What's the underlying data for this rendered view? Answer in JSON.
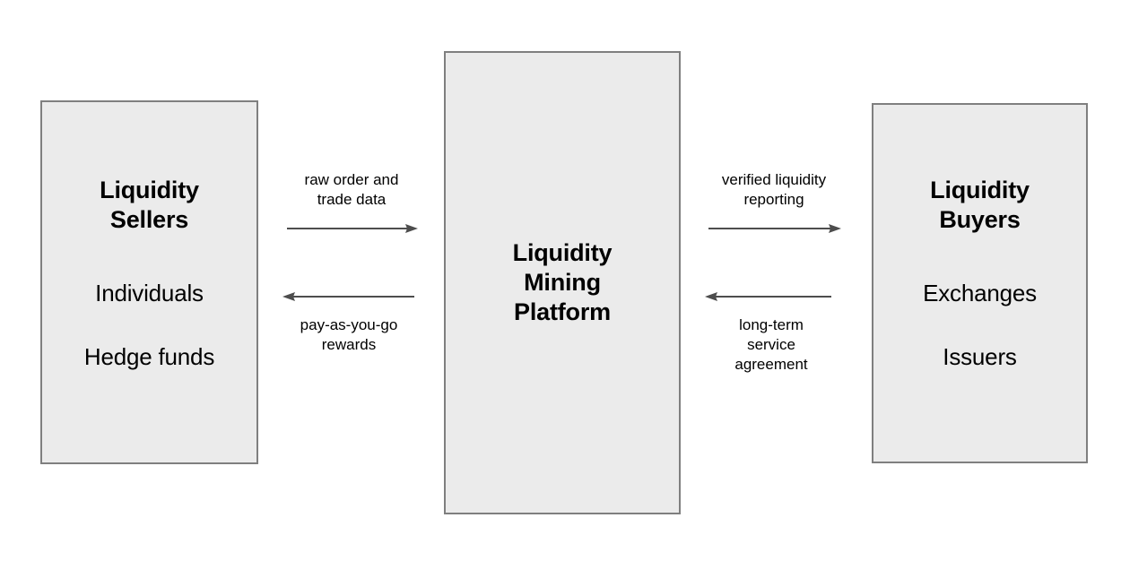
{
  "diagram": {
    "type": "flow-diagram",
    "background_color": "#ffffff",
    "node_fill_color": "#ebebeb",
    "node_border_color": "#7f7f7f",
    "arrow_color": "#4d4d4d",
    "text_color": "#000000",
    "nodes": [
      {
        "id": "liquidity-sellers",
        "title": "Liquidity\nSellers",
        "items": [
          "Individuals",
          "Hedge funds"
        ]
      },
      {
        "id": "liquidity-mining-platform",
        "title": "Liquidity\nMining\nPlatform",
        "items": []
      },
      {
        "id": "liquidity-buyers",
        "title": "Liquidity\nBuyers",
        "items": [
          "Exchanges",
          "Issuers"
        ]
      }
    ],
    "flows": [
      {
        "id": "raw-order-and-trade-data",
        "label": "raw order and\ntrade data",
        "from": "liquidity-sellers",
        "to": "liquidity-mining-platform",
        "direction": "right",
        "label_position": "above"
      },
      {
        "id": "pay-as-you-go-rewards",
        "label": "pay-as-you-go\nrewards",
        "from": "liquidity-mining-platform",
        "to": "liquidity-sellers",
        "direction": "left",
        "label_position": "below"
      },
      {
        "id": "verified-liquidity-reporting",
        "label": "verified liquidity\nreporting",
        "from": "liquidity-mining-platform",
        "to": "liquidity-buyers",
        "direction": "right",
        "label_position": "above"
      },
      {
        "id": "long-term-service-agreement",
        "label": "long-term\nservice\nagreement",
        "from": "liquidity-buyers",
        "to": "liquidity-mining-platform",
        "direction": "left",
        "label_position": "below"
      }
    ]
  }
}
